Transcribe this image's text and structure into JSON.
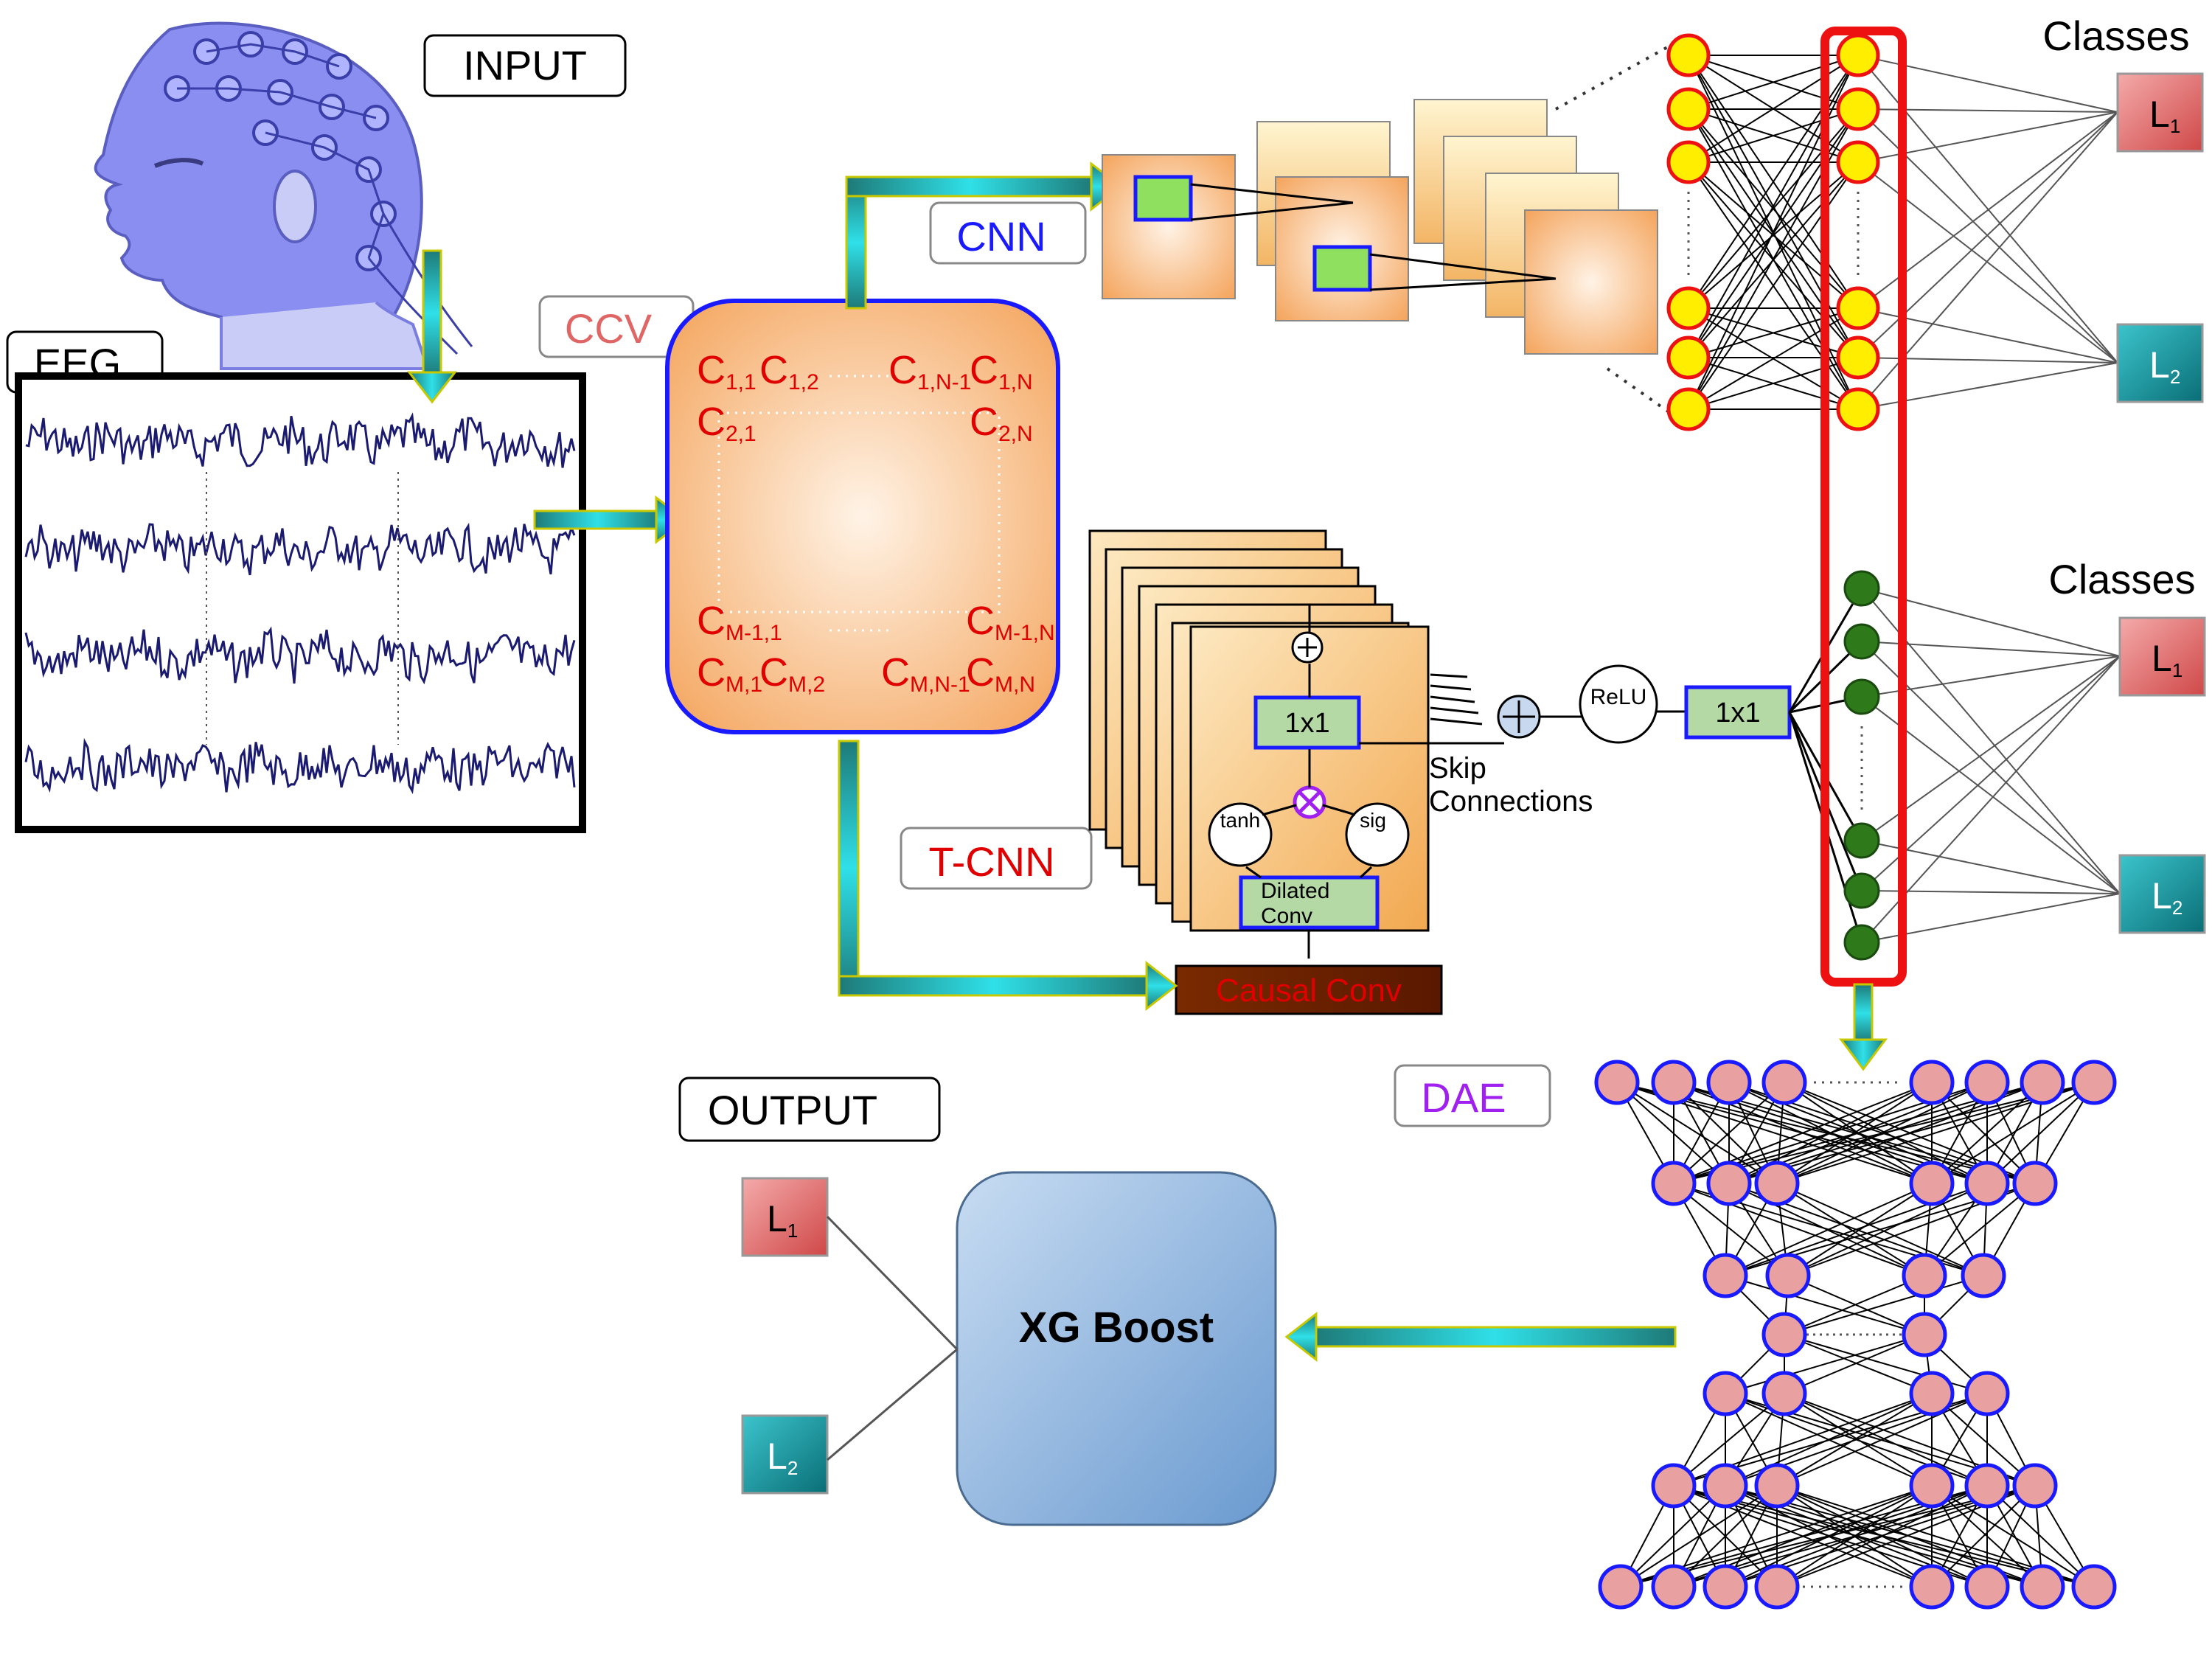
{
  "labels": {
    "input": "INPUT",
    "eeg": "EEG",
    "ccv": "CCV",
    "cnn": "CNN",
    "tcnn": "T-CNN",
    "dae": "DAE",
    "output": "OUTPUT",
    "classes_top": "Classes",
    "classes_mid": "Classes",
    "xgboost": "XG Boost",
    "causal_conv": "Causal Conv",
    "skip_line1": "Skip",
    "skip_line2": "Connections",
    "relu": "ReLU",
    "one_by_one": "1x1",
    "tanh": "tanh",
    "sig": "sig",
    "dilated_line1": "Dilated",
    "dilated_line2": "Conv"
  },
  "class_labels": {
    "l1": "L",
    "l1_sub": "1",
    "l2": "L",
    "l2_sub": "2"
  },
  "matrix": {
    "c11": [
      "C",
      "1,1"
    ],
    "c12": [
      "C",
      "1,2"
    ],
    "c1n1": [
      "C",
      "1,N-1"
    ],
    "c1n": [
      "C",
      "1,N"
    ],
    "c21": [
      "C",
      "2,1"
    ],
    "c2n": [
      "C",
      "2,N"
    ],
    "cm11": [
      "C",
      "M-1,1"
    ],
    "cm1n": [
      "C",
      "M-1,N"
    ],
    "cm1": [
      "C",
      "M,1"
    ],
    "cm2": [
      "C",
      "M,2"
    ],
    "cmn1": [
      "C",
      "M,N-1"
    ],
    "cmn": [
      "C",
      "M,N"
    ]
  },
  "colors": {
    "l1_fill": "#e06666",
    "l2_fill": "#1aa0a8",
    "ccv_label": "#e06666",
    "cnn_label": "#1a1aff",
    "tcnn_label": "#e00000",
    "dae_label": "#a020f0",
    "matrix_text": "#e00000",
    "yellow_node": "#ffee00",
    "green_node": "#2e7a1a",
    "pink_node": "#e8a0a0",
    "red_frame": "#ee1111",
    "eeg_trace": "#1a1a70"
  },
  "icons": {
    "head": "head-with-eeg-cap-illustration",
    "arrow": "teal-gradient-arrow"
  }
}
